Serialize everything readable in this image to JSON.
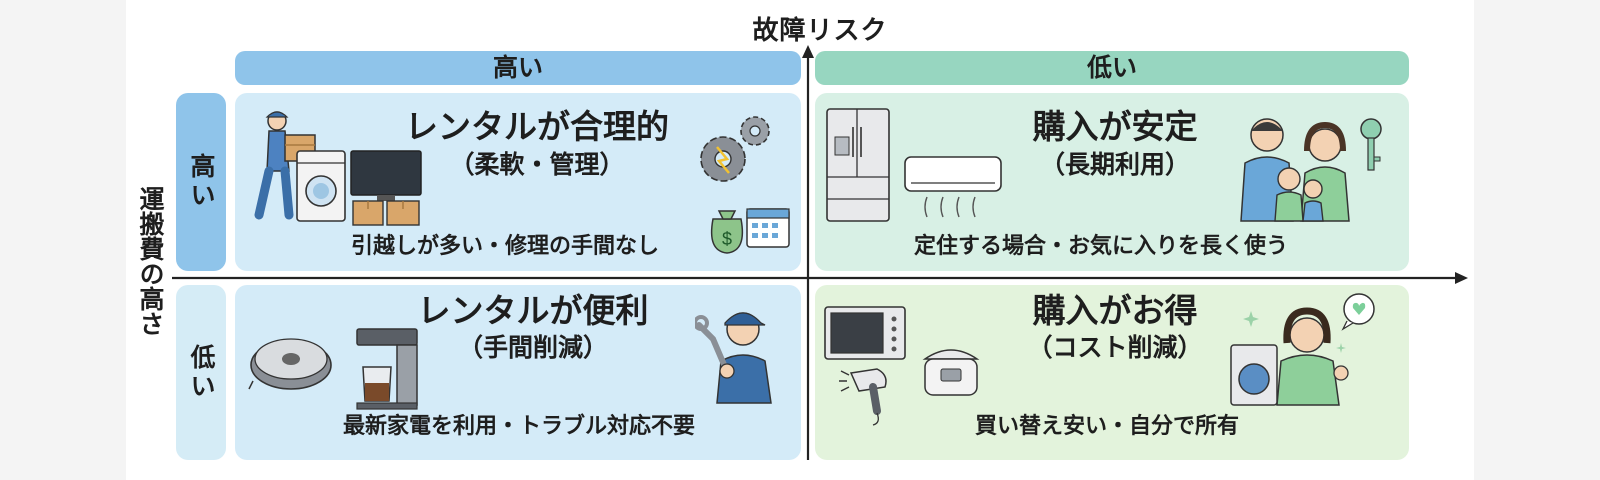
{
  "diagram": {
    "axis_title": "故障リスク",
    "side_title": "運搬費の高さ",
    "columns": [
      {
        "label": "高い",
        "color": "#8fc4ea"
      },
      {
        "label": "低い",
        "color": "#97d6c0"
      }
    ],
    "rows": [
      {
        "label": "高い"
      },
      {
        "label": "低い"
      }
    ],
    "quadrants": {
      "top_left": {
        "title": "レンタルが合理的",
        "subtitle": "（柔軟・管理）",
        "description": "引越しが多い・修理の手間なし",
        "icons": [
          "delivery-worker-icon",
          "washing-machine-icon",
          "tv-icon",
          "boxes-icon",
          "gears-icon",
          "money-bag-icon",
          "calendar-icon"
        ]
      },
      "top_right": {
        "title": "購入が安定",
        "subtitle": "（長期利用）",
        "description": "定住する場合・お気に入りを長く使う",
        "icons": [
          "refrigerator-icon",
          "air-conditioner-icon",
          "family-icon",
          "key-icon"
        ]
      },
      "bottom_left": {
        "title": "レンタルが便利",
        "subtitle": "（手間削減）",
        "description": "最新家電を利用・トラブル対応不要",
        "icons": [
          "robot-vacuum-icon",
          "coffee-maker-icon",
          "repair-technician-icon"
        ]
      },
      "bottom_right": {
        "title": "購入がお得",
        "subtitle": "（コスト削減）",
        "description": "買い替え安い・自分で所有",
        "icons": [
          "microwave-icon",
          "rice-cooker-icon",
          "hair-dryer-icon",
          "washing-machine-icon",
          "happy-woman-icon",
          "heart-bubble-icon"
        ]
      }
    }
  }
}
